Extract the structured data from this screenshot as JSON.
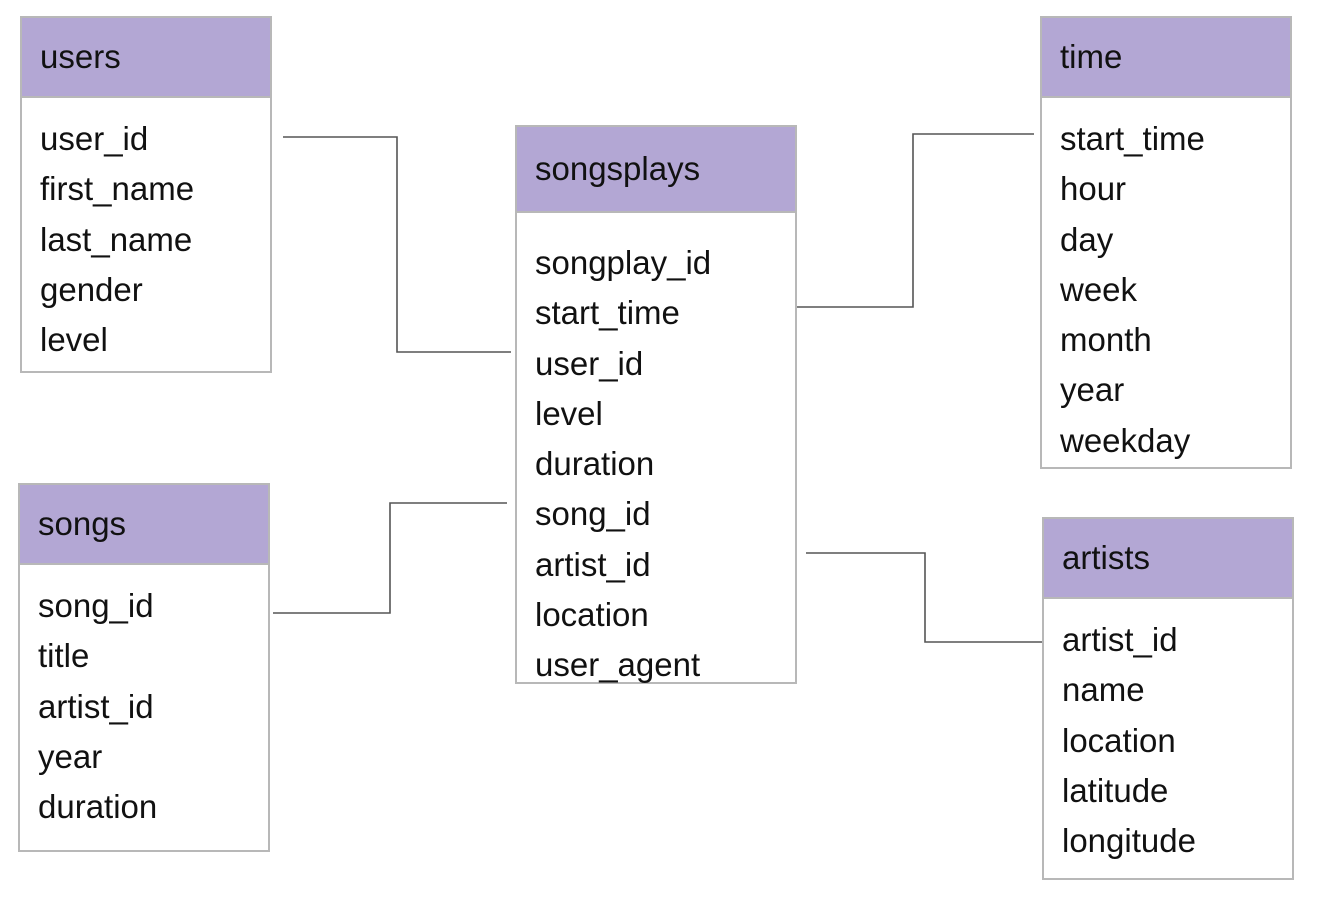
{
  "diagram": {
    "tables": {
      "users": {
        "title": "users",
        "fields": [
          "user_id",
          "first_name",
          "last_name",
          "gender",
          "level"
        ]
      },
      "songs": {
        "title": "songs",
        "fields": [
          "song_id",
          "title",
          "artist_id",
          "year",
          "duration"
        ]
      },
      "songplays": {
        "title": "songsplays",
        "fields": [
          "songplay_id",
          "start_time",
          "user_id",
          "level",
          "duration",
          "song_id",
          "artist_id",
          "location",
          "user_agent"
        ]
      },
      "time": {
        "title": "time",
        "fields": [
          "start_time",
          "hour",
          "day",
          "week",
          "month",
          "year",
          "weekday"
        ]
      },
      "artists": {
        "title": "artists",
        "fields": [
          "artist_id",
          "name",
          "location",
          "latitude",
          "longitude"
        ]
      }
    },
    "relationships": [
      {
        "from": "users.user_id",
        "to": "songsplays.user_id"
      },
      {
        "from": "songs.song_id",
        "to": "songsplays.song_id"
      },
      {
        "from": "songsplays.start_time",
        "to": "time.start_time"
      },
      {
        "from": "songsplays.artist_id",
        "to": "artists.artist_id"
      }
    ],
    "colors": {
      "header_fill": "#b3a7d4",
      "border": "#b8b8b8",
      "connector": "#555555"
    }
  }
}
